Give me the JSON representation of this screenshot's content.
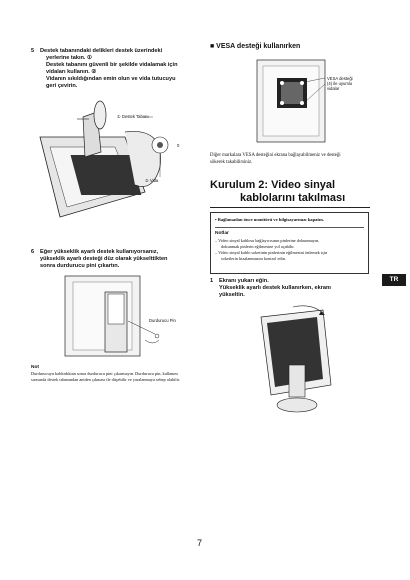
{
  "left": {
    "step5": {
      "num": "5",
      "lines": [
        "Destek tabanındaki delikleri destek üzerindeki",
        "yerlerine takın. ①",
        "Destek tabanını güvenli bir şekilde vidalamak için",
        "vidaları kullanın. ②",
        "Vidanın sıkıldığından emin olun ve vida tutucuyu",
        "geri çevirin."
      ],
      "labels": {
        "stand_base": "① Destek Tabanı",
        "screw": "② Vida",
        "zero": "0"
      }
    },
    "step6": {
      "num": "6",
      "lines": [
        "Eğer yükseklik ayarlı destek kullanıyorsanız,",
        "yükseklik ayarlı desteği düz olarak yükselttikten",
        "sonra durdurucu pini çıkartın."
      ],
      "labels": {
        "stopper_pin": "Durdurucu Pin"
      }
    },
    "note": {
      "title": "Not",
      "lines": [
        "Durdurucuyu kaldırdıktan sonra durdurucu pini çıkarmayın. Durdurucu pin, kullanım",
        "sırasında destek tabanından aniden çıkması ile düşebilir ve yaralanmaya sebep olabilir."
      ]
    }
  },
  "right": {
    "vesa": {
      "title": "■ VESA desteği kullanırken",
      "labels": [
        "VESA desteği",
        "(4) ile uyumlu",
        "vidalar"
      ],
      "body": [
        "Diğer markalara VESA desteğini ekrana bağlayabilmeniz ve desteği",
        "sökerek takabilirsiniz."
      ]
    },
    "section": {
      "title_line1": "Kurulum 2: Video sinyal",
      "title_line2": "kablolarını takılması"
    },
    "notebox": {
      "bullet": "Bağlamadan önce monitörü ve bilgisayarınızı kapatın.",
      "notes_title": "Notlar",
      "notes": [
        "Video sinyal kablosu bağlayıcısının pinlerine dokunmayın,",
        "dokunmak pinlerin eğilmesine yol açabilir.",
        "Video sinyal kablo soketinin pinlerinin eğilmesini önlemek için",
        "soketlerin hizalanmasını kontrol edin."
      ]
    },
    "step1": {
      "num": "1",
      "lines": [
        "Ekranı yukarı eğin.",
        "Yükseklik ayarlı destek kullanırken, ekranı",
        "yükseltin."
      ]
    }
  },
  "tab": "TR",
  "page_number": "7"
}
